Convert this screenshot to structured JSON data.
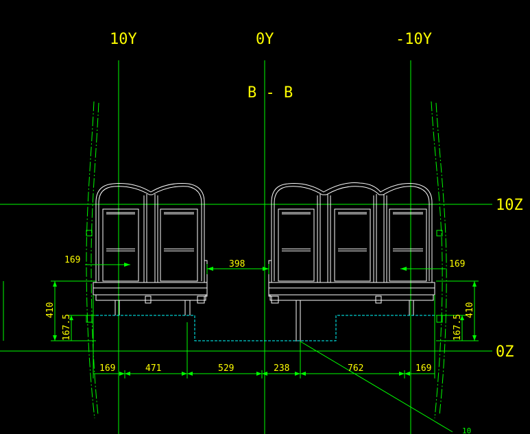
{
  "drawing": {
    "section_title": "B - B",
    "axes": {
      "y_left": "10Y",
      "y_center": "0Y",
      "y_right": "-10Y",
      "z_top": "10Z",
      "z_bottom": "0Z"
    },
    "dimensions": {
      "left_aisle_offset": "169",
      "aisle_width": "398",
      "right_aisle_offset": "169",
      "left_height": "410",
      "left_step": "167.5",
      "right_height": "410",
      "right_step": "167.5",
      "bottom_seg_1": "169",
      "bottom_seg_2": "471",
      "bottom_seg_3": "529",
      "bottom_seg_4": "238",
      "bottom_seg_5": "762",
      "bottom_seg_6": "169"
    },
    "leader_tag": "10"
  },
  "colors": {
    "background": "#000000",
    "grid": "#00ff00",
    "annotation": "#ffff00",
    "outline": "#ffffff",
    "detail": "#00ffff"
  }
}
